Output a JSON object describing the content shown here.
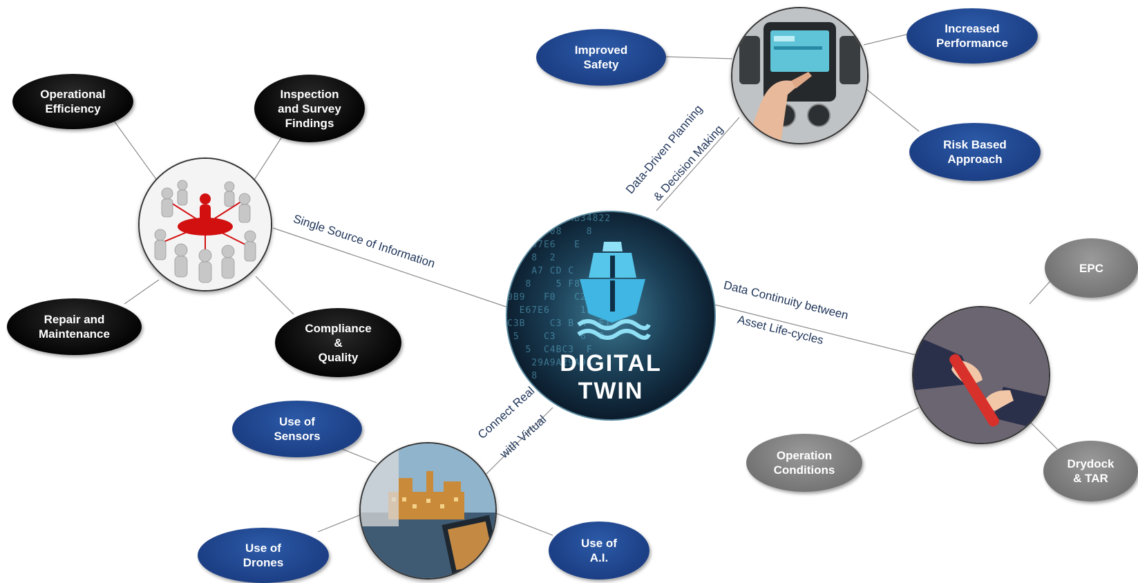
{
  "center": {
    "line1": "DIGITAL",
    "line2": "TWIN",
    "icon": "ship-icon"
  },
  "connections": {
    "single_source": "Single Source of Information",
    "data_driven_1": "Data-Driven Planning",
    "data_driven_2": "& Decision Making",
    "continuity_1": "Data Continuity between",
    "continuity_2": "Asset Life-cycles",
    "connect_1": "Connect Real",
    "connect_2": "with Virtual"
  },
  "left_cluster": {
    "image": "people-network-image",
    "nodes": [
      "Operational\nEfficiency",
      "Inspection\nand Survey\nFindings",
      "Repair and\nMaintenance",
      "Compliance\n&\nQuality"
    ]
  },
  "top_cluster": {
    "image": "car-dashboard-image",
    "nodes": [
      "Improved\nSafety",
      "Increased\nPerformance",
      "Risk Based\nApproach"
    ]
  },
  "right_cluster": {
    "image": "baton-handover-image",
    "nodes": [
      "EPC",
      "Operation\nConditions",
      "Drydock\n& TAR"
    ]
  },
  "bottom_cluster": {
    "image": "offshore-platform-image",
    "nodes": [
      "Use of\nSensors",
      "Use of\nDrones",
      "Use of\nA.I."
    ]
  },
  "colors": {
    "navy": "#1c3f85",
    "black": "#050505",
    "gray": "#7a7a7a",
    "label": "#1e3458"
  }
}
